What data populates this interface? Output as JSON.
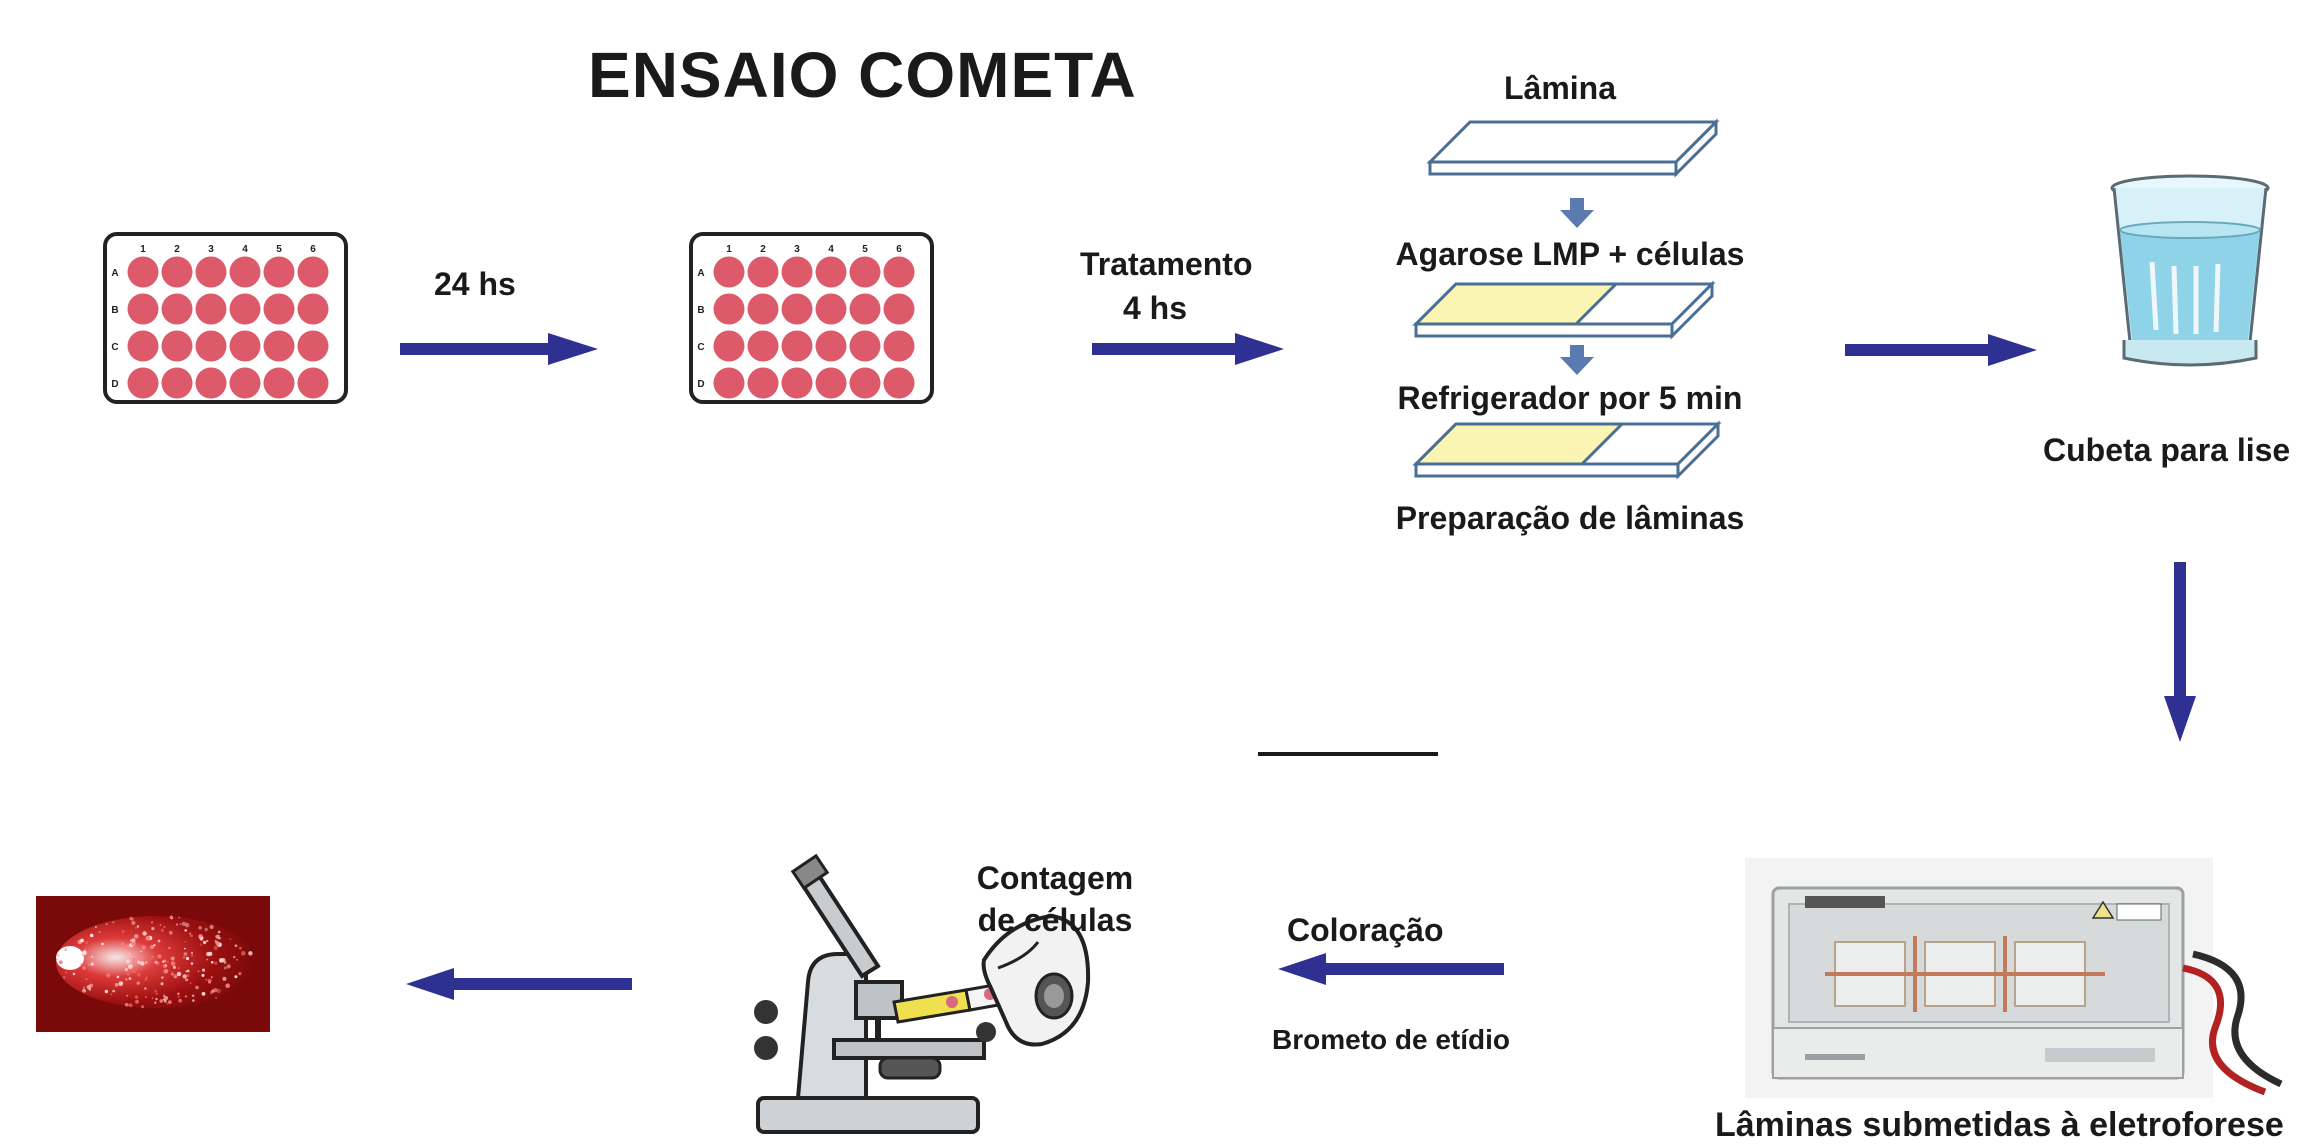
{
  "title": "ENSAIO  COMETA",
  "colors": {
    "arrow": "#2e3192",
    "well": "#dc5a6a",
    "agarose": "#fbf5b4",
    "slide": "#ffffff",
    "slide_edge": "#4a6f96",
    "down_arrow": "#5a7ab0",
    "cuvette_liquid": "#8fd3e8",
    "comet_bg": "#7a0a0a"
  },
  "plate": {
    "columns": [
      "1",
      "2",
      "3",
      "4",
      "5",
      "6"
    ],
    "rows": [
      "A",
      "B",
      "C",
      "D"
    ]
  },
  "steps": {
    "incubation": "24 hs",
    "treatment_line1": "Tratamento",
    "treatment_line2": "4 hs",
    "slide_label": "Lâmina",
    "agarose_label": "Agarose LMP + células",
    "refrigerator_label": "Refrigerador por 5 min",
    "preparation_label": "Preparação de lâminas",
    "lysis_label": "Cubeta para lise",
    "electrophoresis_label": "Lâminas submetidas à eletroforese",
    "staining_label": "Coloração",
    "stain_name": "Brometo de etídio",
    "counting_line1": "Contagem",
    "counting_line2": "de células"
  },
  "icons": [
    "well-plate-icon",
    "slide-icon",
    "cuvette-icon",
    "electrophoresis-chamber-icon",
    "microscope-icon",
    "comet-image-icon",
    "arrow-icon"
  ]
}
